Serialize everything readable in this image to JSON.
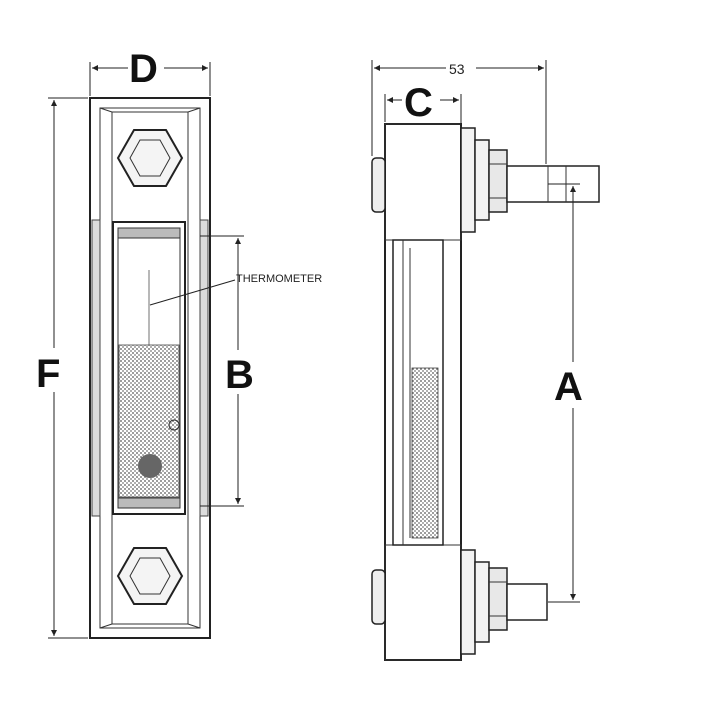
{
  "labels": {
    "d": "D",
    "f": "F",
    "b": "B",
    "c": "C",
    "a": "A",
    "dim53": "53",
    "thermometer": "THERMOMETER"
  }
}
